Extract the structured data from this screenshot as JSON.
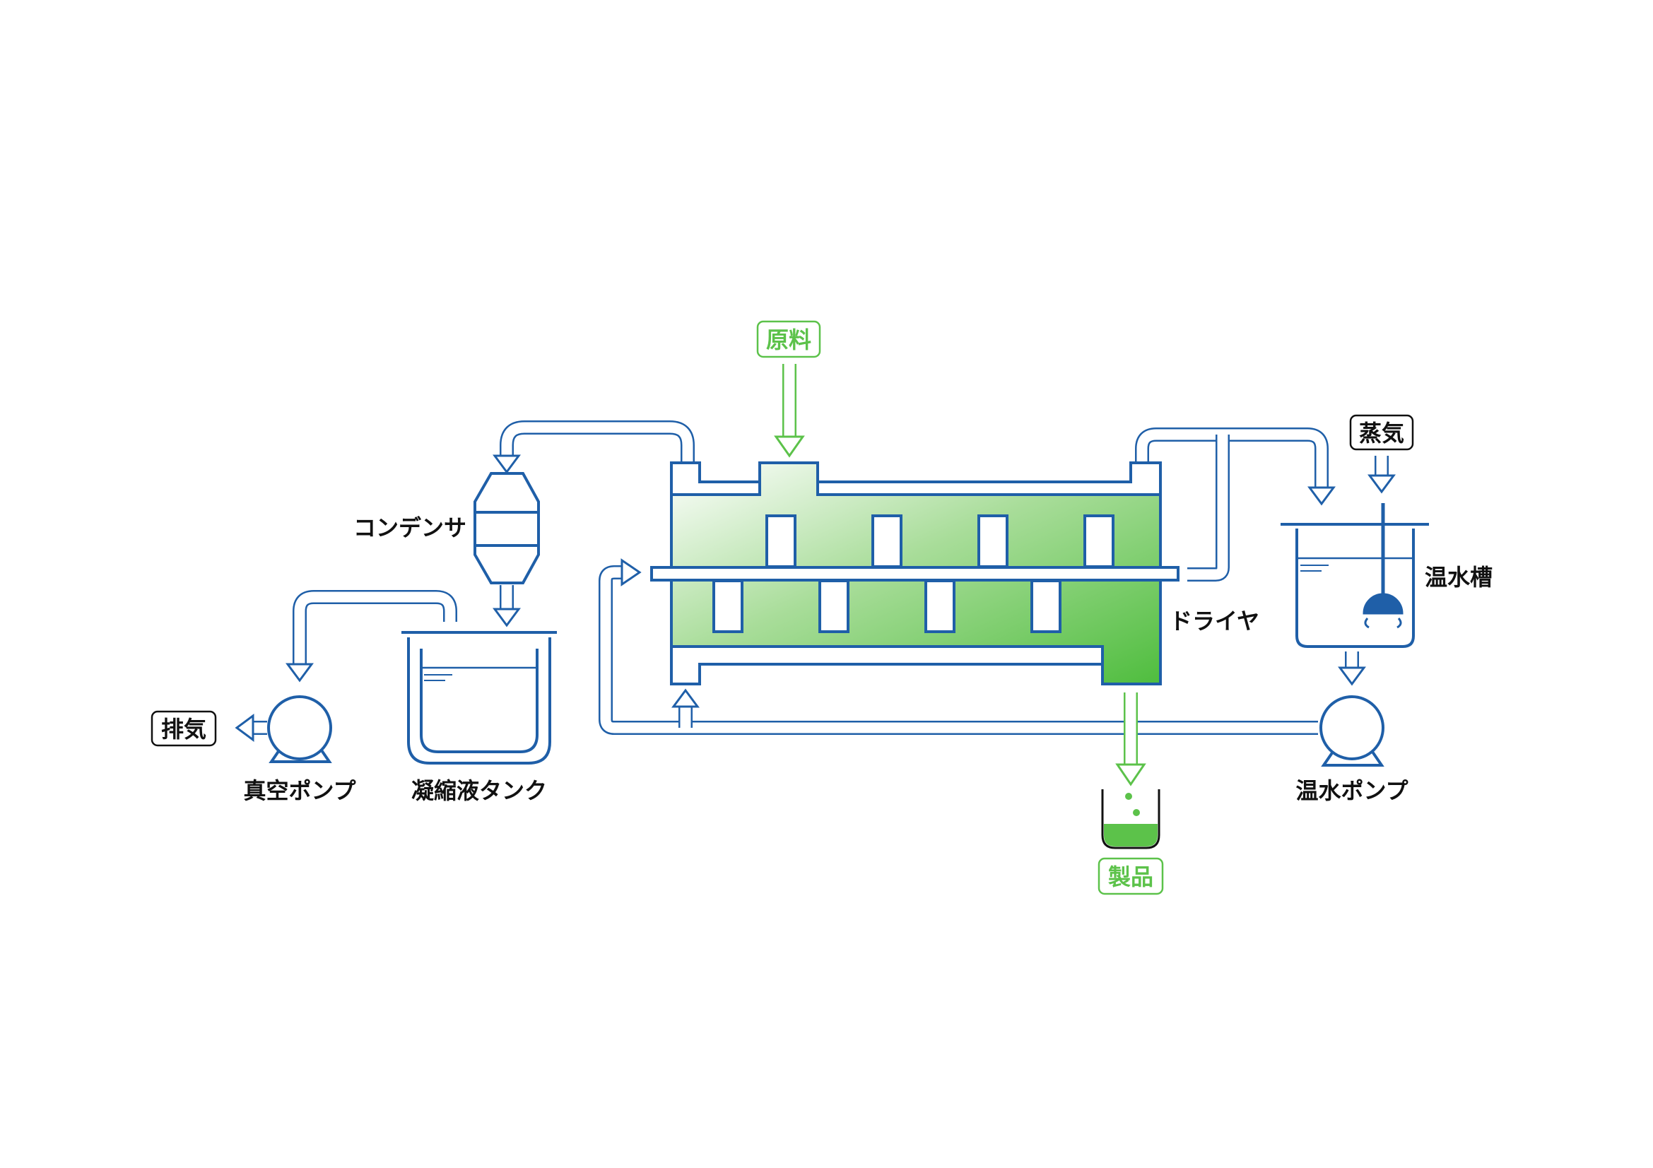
{
  "labels": {
    "raw_material": "原料",
    "condenser": "コンデンサ",
    "exhaust": "排気",
    "vacuum_pump": "真空ポンプ",
    "condensate_tank": "凝縮液タンク",
    "dryer": "ドライヤ",
    "product": "製品",
    "steam": "蒸気",
    "hot_water_tank": "温水槽",
    "hot_water_pump": "温水ポンプ"
  },
  "colors": {
    "line_blue": "#1f5fa8",
    "product_green": "#5cc24a",
    "product_green_light": "#eaf7e6",
    "label_black": "#111111"
  }
}
